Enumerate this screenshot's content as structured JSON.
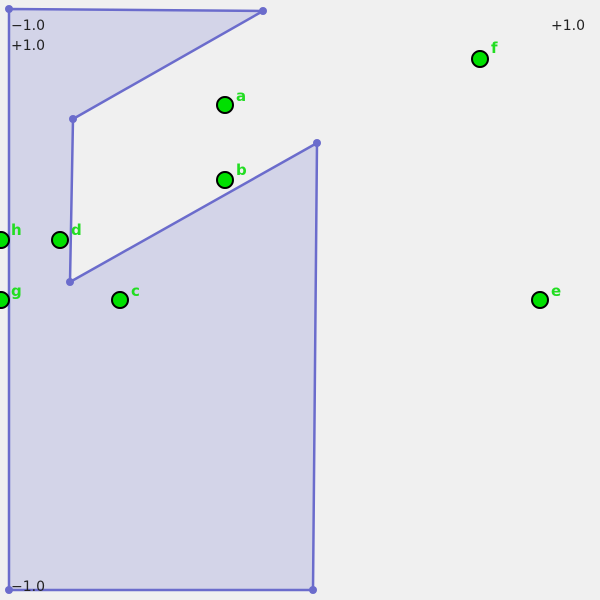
{
  "axes": {
    "top_left_x_label": "−1.0",
    "top_left_y_label": "+1.0",
    "top_right_x_label": "+1.0",
    "bottom_left_y_label": "−1.0"
  },
  "points": [
    {
      "label": "a"
    },
    {
      "label": "b"
    },
    {
      "label": "c"
    },
    {
      "label": "d"
    },
    {
      "label": "e"
    },
    {
      "label": "f"
    },
    {
      "label": "g"
    },
    {
      "label": "h"
    }
  ],
  "colors": {
    "background": "#f0f0f0",
    "polygon_fill": "#d3d4e8",
    "polygon_stroke": "#6b6ccc",
    "point_fill": "#00e000",
    "point_label": "#22dd22"
  }
}
